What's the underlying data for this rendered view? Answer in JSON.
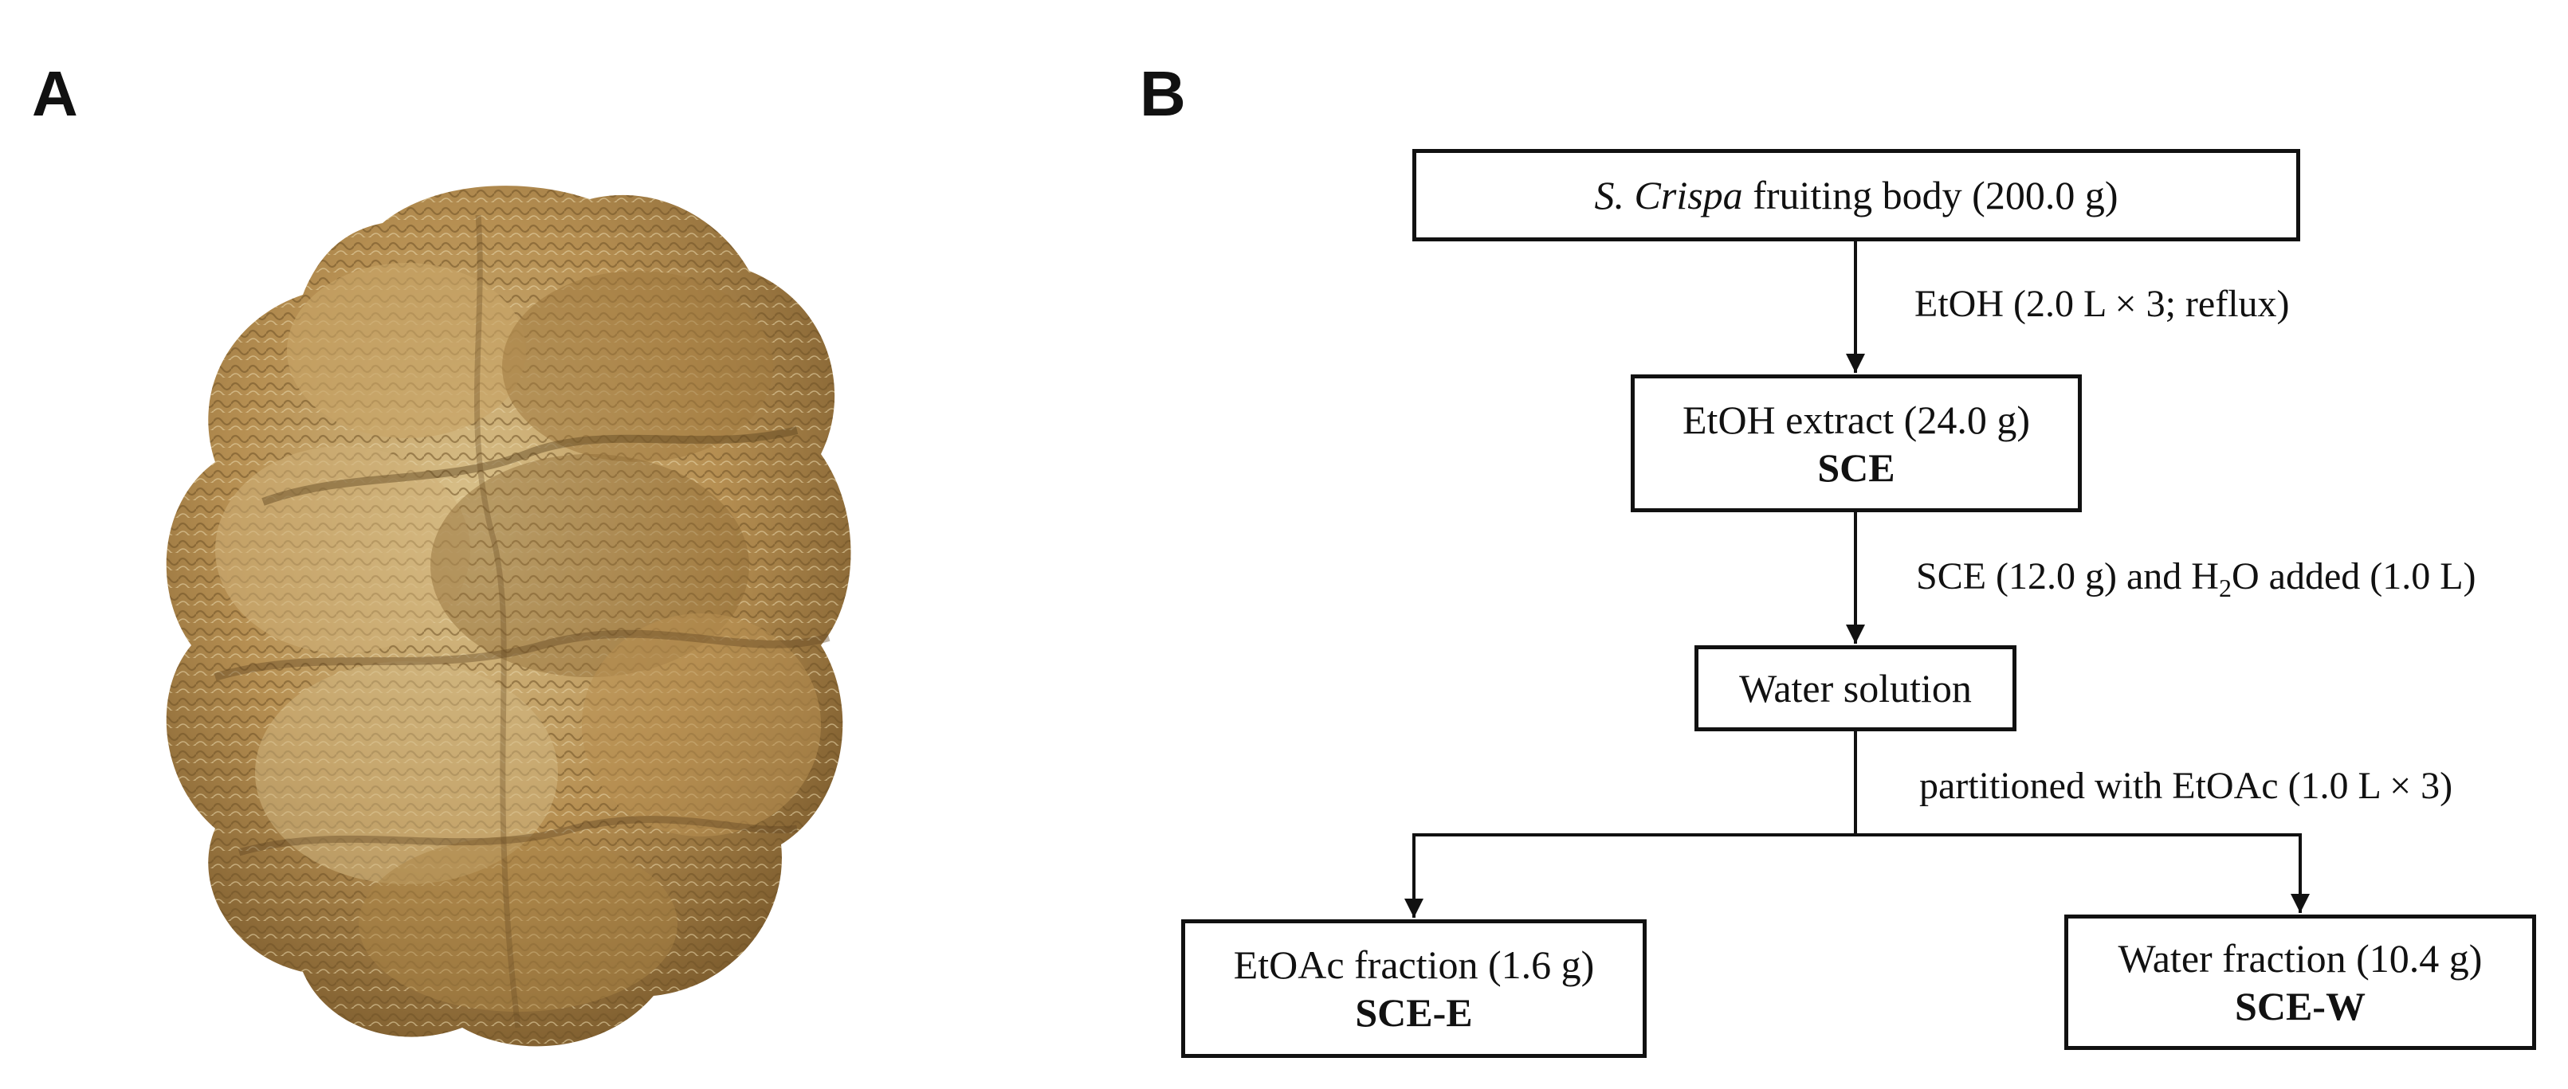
{
  "panels": {
    "a_label": "A",
    "b_label": "B"
  },
  "flowchart": {
    "start": {
      "species": "S. Crispa",
      "rest": " fruiting body (200.0 g)"
    },
    "step1": "EtOH (2.0 L × 3; reflux)",
    "extract": {
      "line1": "EtOH extract (24.0 g)",
      "line2": "SCE"
    },
    "step2": {
      "pre": "SCE (12.0 g) and H",
      "sub": "2",
      "post": "O added (1.0 L)"
    },
    "water_solution": "Water solution",
    "step3": "partitioned with EtOAc (1.0  L × 3)",
    "etoac_fraction": {
      "line1": "EtOAc fraction (1.6 g)",
      "line2": "SCE-E"
    },
    "water_fraction": {
      "line1": "Water fraction (10.4 g)",
      "line2": "SCE-W"
    }
  },
  "colors": {
    "line": "#111111",
    "mushroom_base": "#b08a4e",
    "mushroom_dark": "#6e5127",
    "mushroom_light": "#d8c08c"
  }
}
